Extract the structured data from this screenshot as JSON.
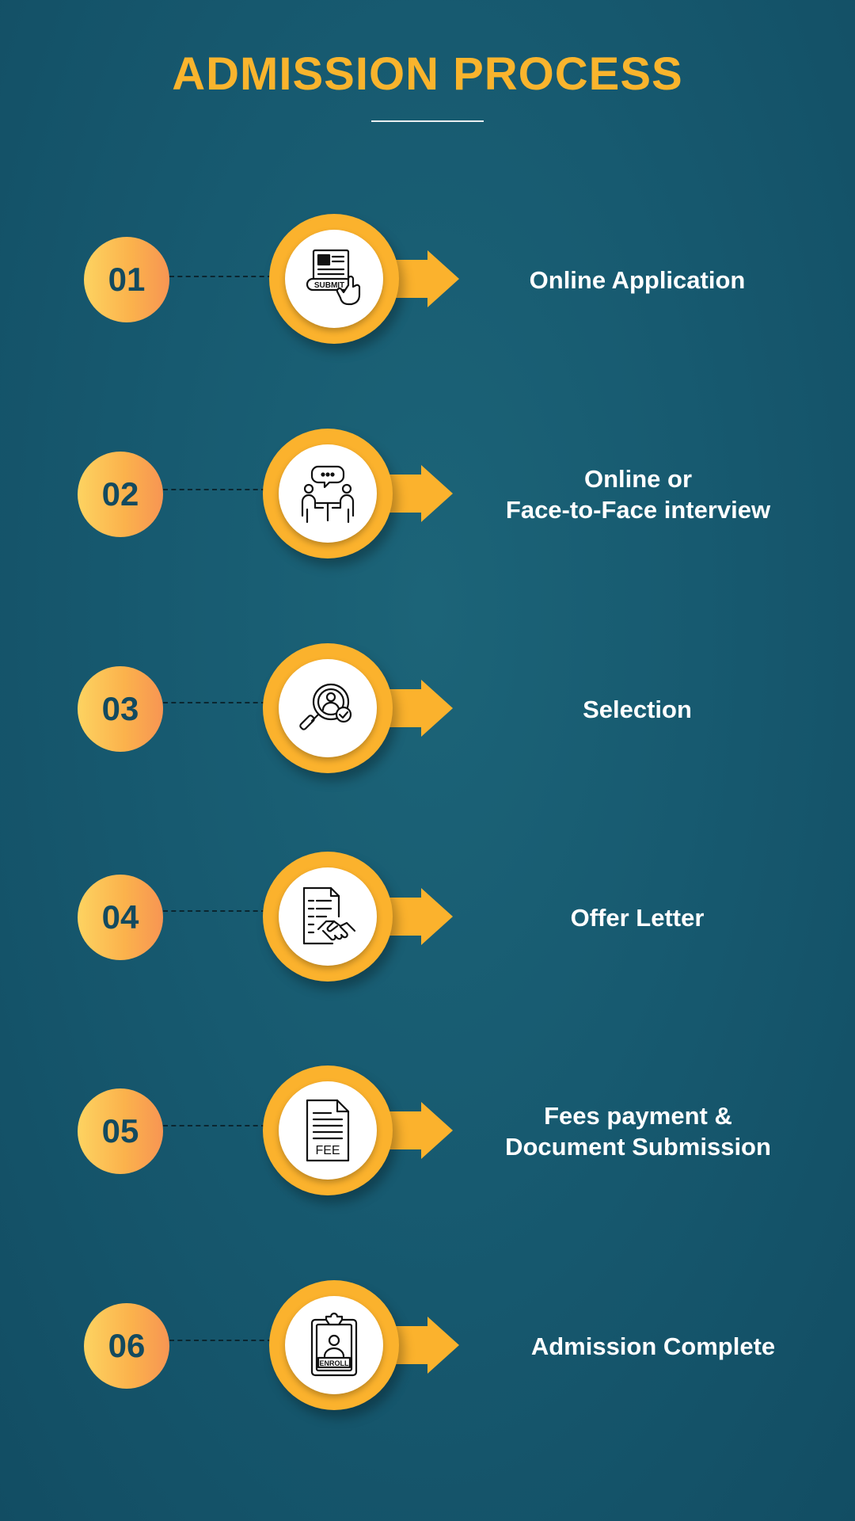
{
  "title": "ADMISSION PROCESS",
  "colors": {
    "background": "#175a70",
    "accent": "#fbb22d",
    "title": "#f9b42d",
    "number_text": "#134a5f"
  },
  "steps": [
    {
      "number": "01",
      "label": "Online Application",
      "icon": "submit-form-icon",
      "icon_text": "SUBMIT"
    },
    {
      "number": "02",
      "label": "Online or\nFace-to-Face interview",
      "icon": "interview-icon"
    },
    {
      "number": "03",
      "label": "Selection",
      "icon": "candidate-search-icon"
    },
    {
      "number": "04",
      "label": "Offer Letter",
      "icon": "offer-letter-handshake-icon"
    },
    {
      "number": "05",
      "label": "Fees payment &\nDocument Submission",
      "icon": "fee-document-icon",
      "icon_text": "FEE"
    },
    {
      "number": "06",
      "label": "Admission Complete",
      "icon": "enroll-clipboard-icon",
      "icon_text": "ENROLL"
    }
  ]
}
